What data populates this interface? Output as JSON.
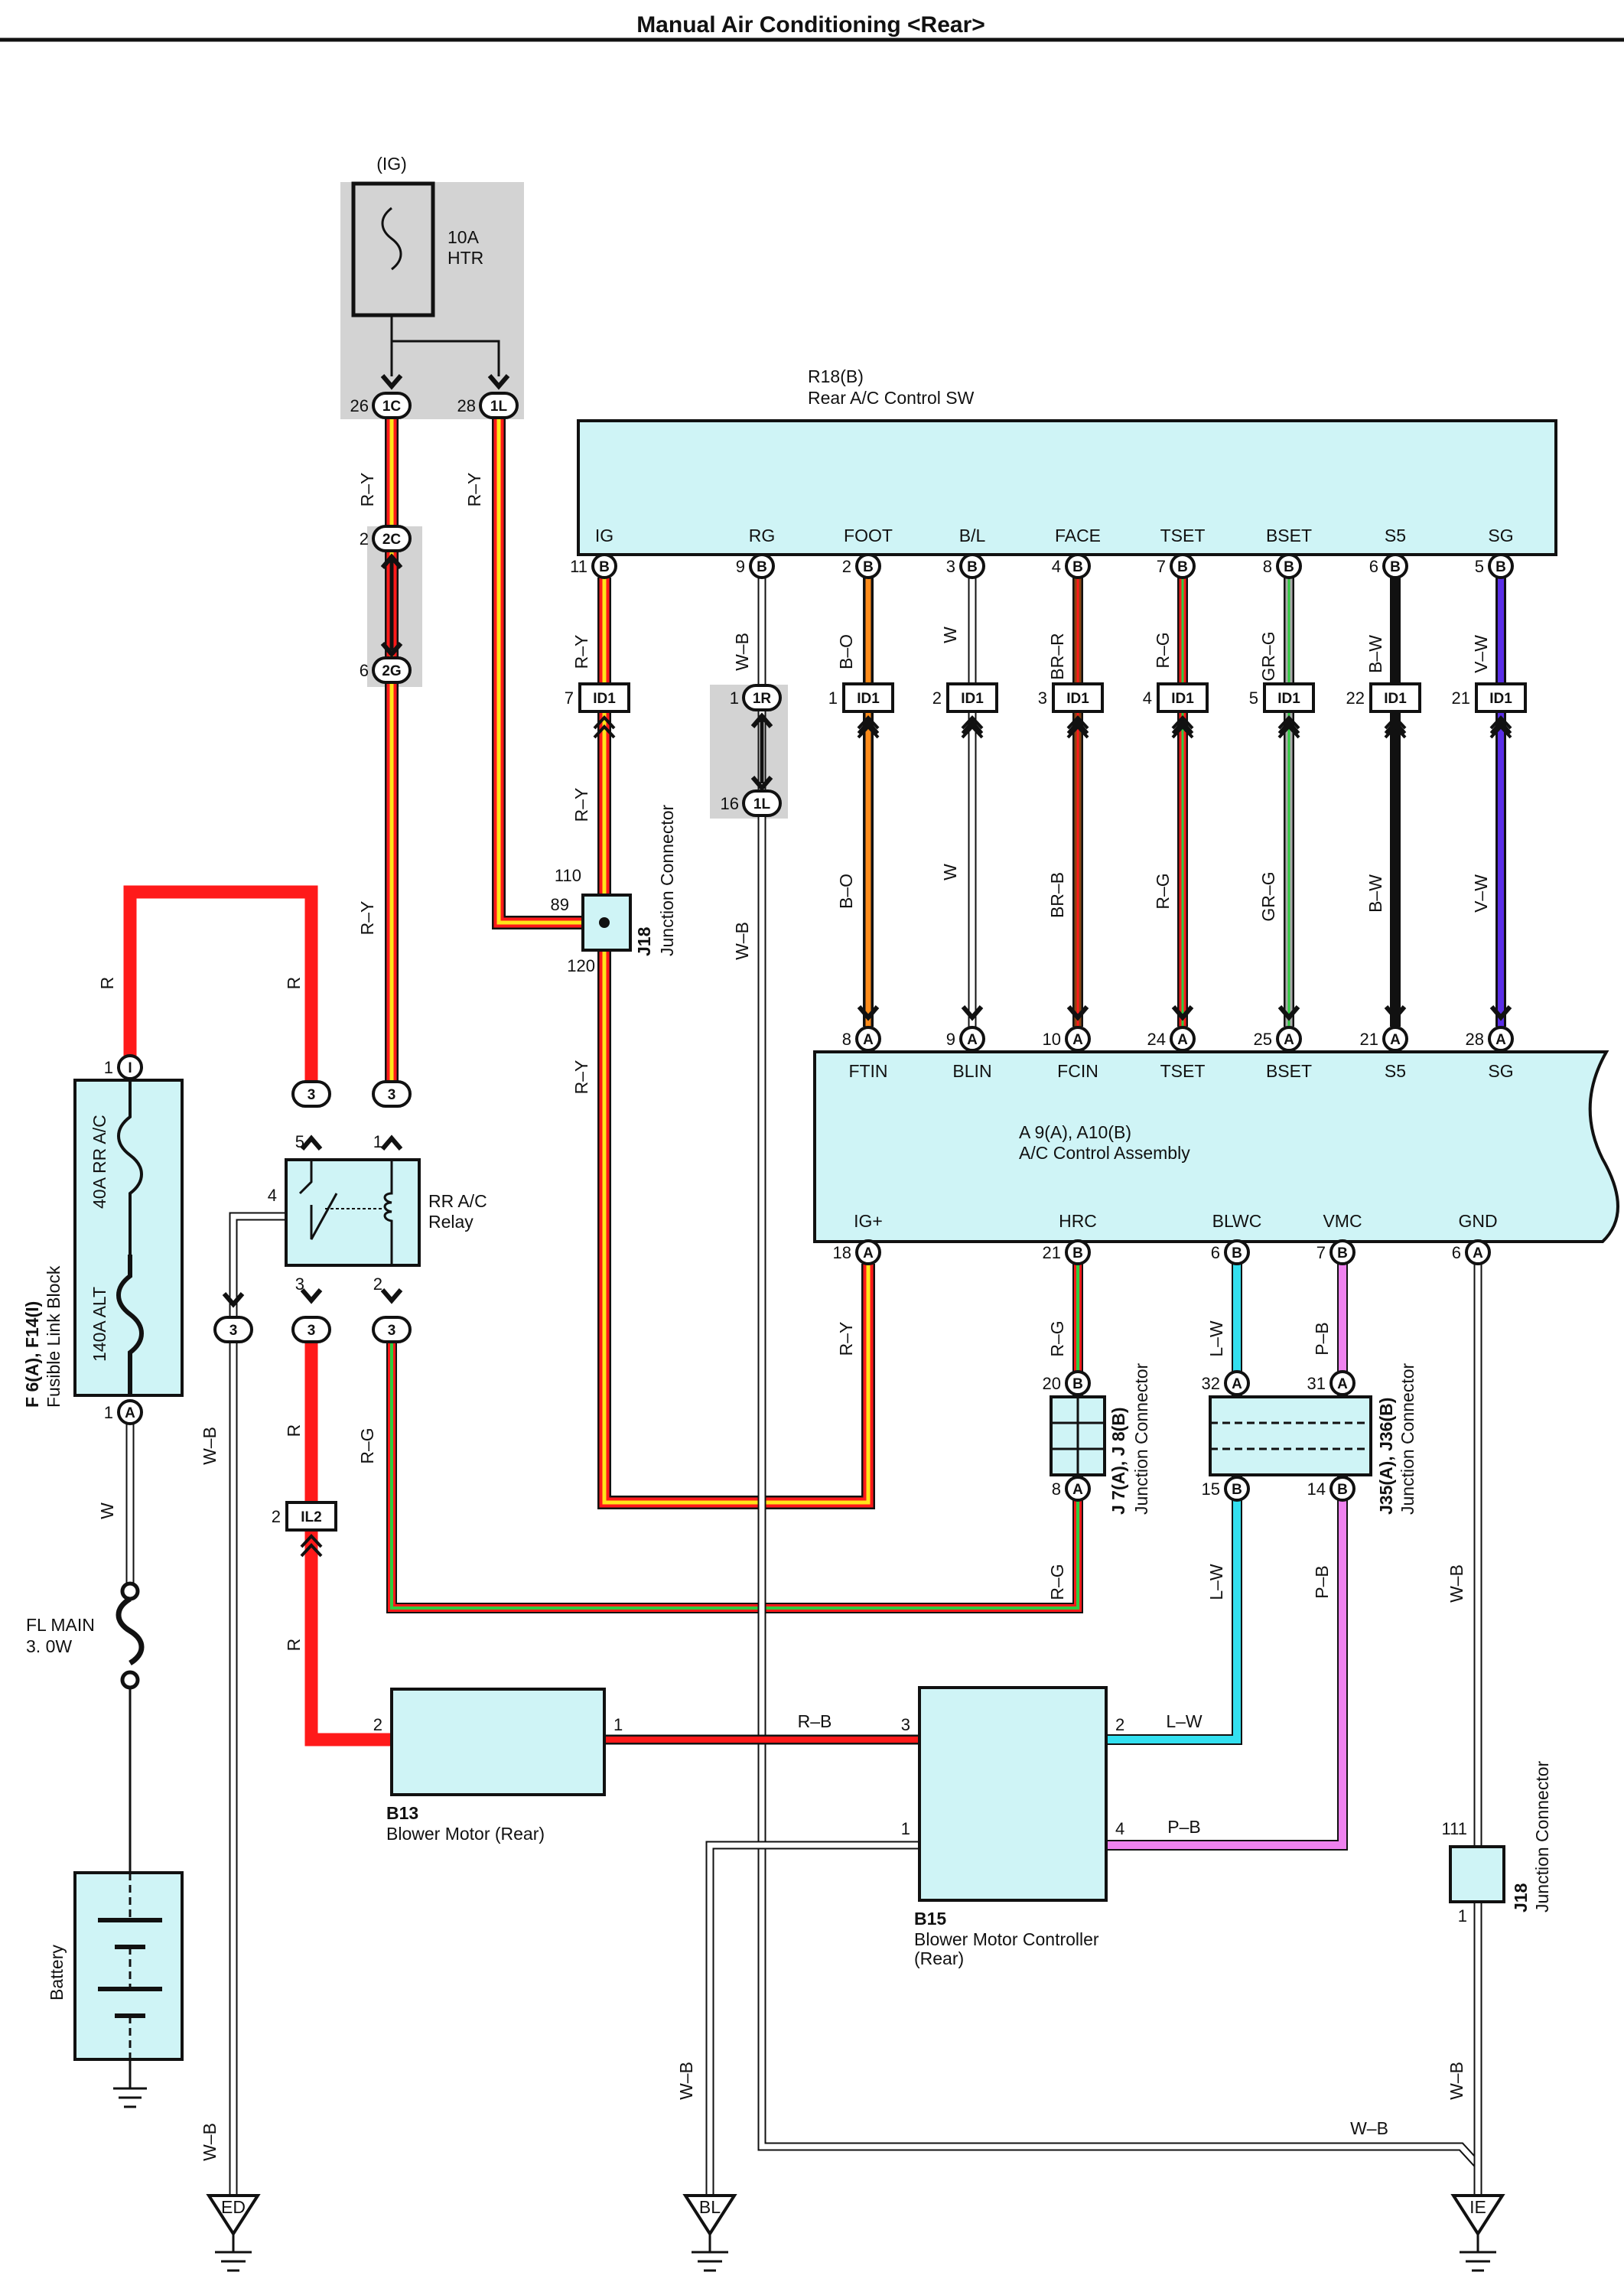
{
  "title": "Manual Air Conditioning <Rear>",
  "components": {
    "fuse_htr": {
      "group": "(IG)",
      "rating": "10A",
      "name": "HTR"
    },
    "rear_switch": {
      "code": "R18(B)",
      "name": "Rear A/C Control SW",
      "terminals": [
        "IG",
        "RG",
        "FOOT",
        "B/L",
        "FACE",
        "TSET",
        "BSET",
        "S5",
        "SG"
      ]
    },
    "ac_control": {
      "code": "A 9(A), A10(B)",
      "name": "A/C Control Assembly",
      "top_terminals": [
        "FTIN",
        "BLIN",
        "FCIN",
        "TSET",
        "BSET",
        "S5",
        "SG"
      ],
      "bottom_terminals": [
        "IG+",
        "HRC",
        "BLWC",
        "VMC",
        "GND"
      ]
    },
    "fusible_link": {
      "code": "F 6(A), F14(I)",
      "name": "Fusible Link Block",
      "fuse1": "40A RR A/C",
      "fuse2": "140A ALT"
    },
    "relay": {
      "line1": "RR A/C",
      "line2": "Relay"
    },
    "j18_top": {
      "code": "J18",
      "name": "Junction Connector",
      "pins": [
        "110",
        "89",
        "120"
      ]
    },
    "j7": {
      "code": "J 7(A), J 8(B)",
      "name": "Junction Connector"
    },
    "j35": {
      "code": "J35(A), J36(B)",
      "name": "Junction Connector"
    },
    "j18_bottom": {
      "code": "J18",
      "name": "Junction Connector",
      "pins": [
        "111",
        "1"
      ]
    },
    "fl_main": {
      "line1": "FL MAIN",
      "line2": "3. 0W"
    },
    "battery": {
      "name": "Battery"
    },
    "blower": {
      "code": "B13",
      "name": "Blower Motor (Rear)"
    },
    "controller": {
      "code": "B15",
      "name": "Blower Motor Controller",
      "name2": "(Rear)"
    }
  },
  "connectors": {
    "c1C": {
      "code": "1C",
      "pin": "26"
    },
    "c1L": {
      "code": "1L",
      "pin": "28"
    },
    "c2C": {
      "code": "2C",
      "pin": "2"
    },
    "c2G": {
      "code": "2G",
      "pin": "6"
    },
    "c1R": {
      "code": "1R",
      "pin": "1"
    },
    "c1L2": {
      "code": "1L",
      "pin": "16"
    },
    "cIL2": {
      "code": "IL2",
      "pin": "2"
    },
    "cID1": "ID1",
    "ground_ed": "ED",
    "ground_bl": "BL",
    "ground_ie": "IE"
  },
  "wires": {
    "ry": "R–Y",
    "r": "R",
    "rg": "R–G",
    "wb": "W–B",
    "w": "W",
    "bo": "B–O",
    "brr": "BR–R",
    "brb": "BR–B",
    "grg": "GR–G",
    "bw": "B–W",
    "vw": "V–W",
    "lw": "L–W",
    "pb": "P–B",
    "rb": "R–B"
  },
  "pins": {
    "sw": [
      "11",
      "9",
      "2",
      "3",
      "4",
      "7",
      "8",
      "6",
      "5"
    ],
    "id1": [
      "7",
      "1",
      "2",
      "3",
      "4",
      "5",
      "22",
      "21"
    ],
    "ac_top": [
      "8",
      "9",
      "10",
      "24",
      "25",
      "21",
      "28"
    ],
    "ac_bottom": [
      "18",
      "21",
      "6",
      "7",
      "6"
    ],
    "fusible": [
      "1",
      "1"
    ],
    "relay_pins": [
      "5",
      "1",
      "4",
      "3",
      "2"
    ],
    "relay_conn": "3",
    "j7_pins": [
      "20",
      "8"
    ],
    "j35_pins": [
      "32",
      "31",
      "15",
      "14"
    ],
    "blower_pins": [
      "2",
      "1"
    ],
    "ctrl_pins": [
      "3",
      "1",
      "2",
      "4"
    ]
  },
  "colors": {
    "red": "#ff1a1a",
    "yellow": "#ffe51a",
    "orange": "#ff8c1a",
    "brown": "#8b4513",
    "green": "#2ecc40",
    "black": "#111111",
    "purple": "#5a2ee6",
    "cyan": "#33e0f0",
    "pink": "#ee82ee",
    "grey": "#aaaaaa",
    "white": "#ffffff",
    "box": "#cff4f6"
  }
}
